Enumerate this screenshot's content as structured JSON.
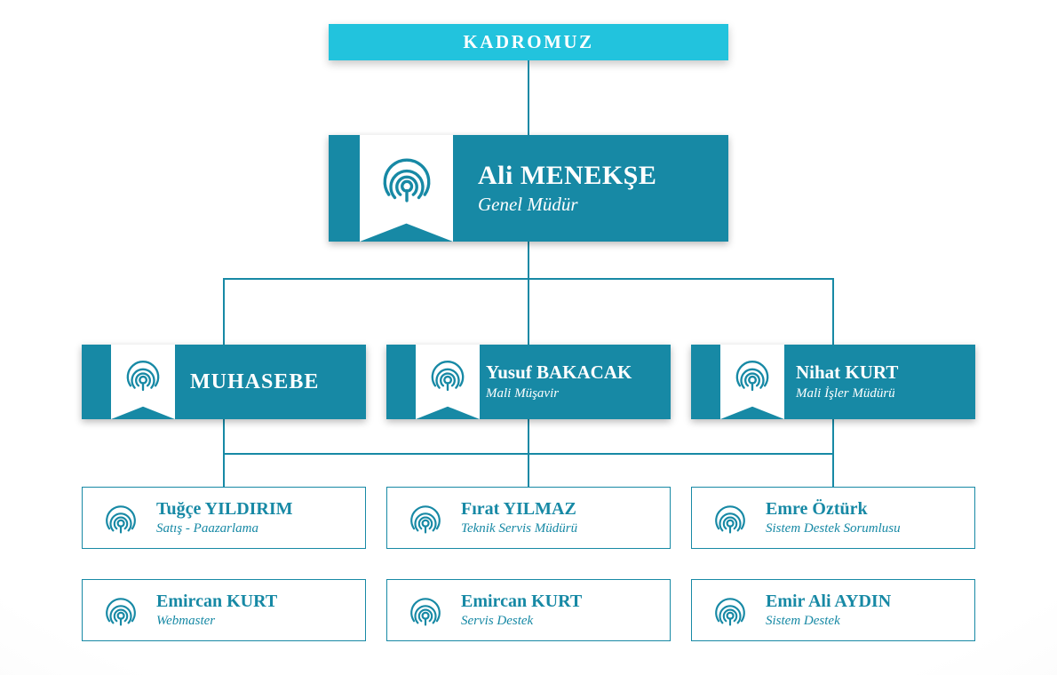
{
  "colors": {
    "accent_cyan": "#22c3dd",
    "accent_teal": "#1789a5",
    "line": "#1789a5",
    "node_text": "#ffffff"
  },
  "header": {
    "title": "KADROMUZ"
  },
  "root": {
    "name": "Ali MENEKŞE",
    "role": "Genel Müdür"
  },
  "branches": [
    {
      "name": "MUHASEBE",
      "role": "",
      "children": [
        {
          "name": "Tuğçe YILDIRIM",
          "role": "Satış - Paazarlama"
        },
        {
          "name": "Emircan KURT",
          "role": "Webmaster"
        }
      ]
    },
    {
      "name": "Yusuf BAKACAK",
      "role": "Mali Müşavir",
      "children": [
        {
          "name": "Fırat YILMAZ",
          "role": "Teknik Servis Müdürü"
        },
        {
          "name": "Emircan KURT",
          "role": "Servis Destek"
        }
      ]
    },
    {
      "name": "Nihat KURT",
      "role": "Mali İşler Müdürü",
      "children": [
        {
          "name": "Emre Öztürk",
          "role": "Sistem Destek Sorumlusu"
        },
        {
          "name": "Emir Ali AYDIN",
          "role": "Sistem Destek"
        }
      ]
    }
  ],
  "icons": {
    "fingerprint": "concentric-arc fingerprint glyph"
  }
}
